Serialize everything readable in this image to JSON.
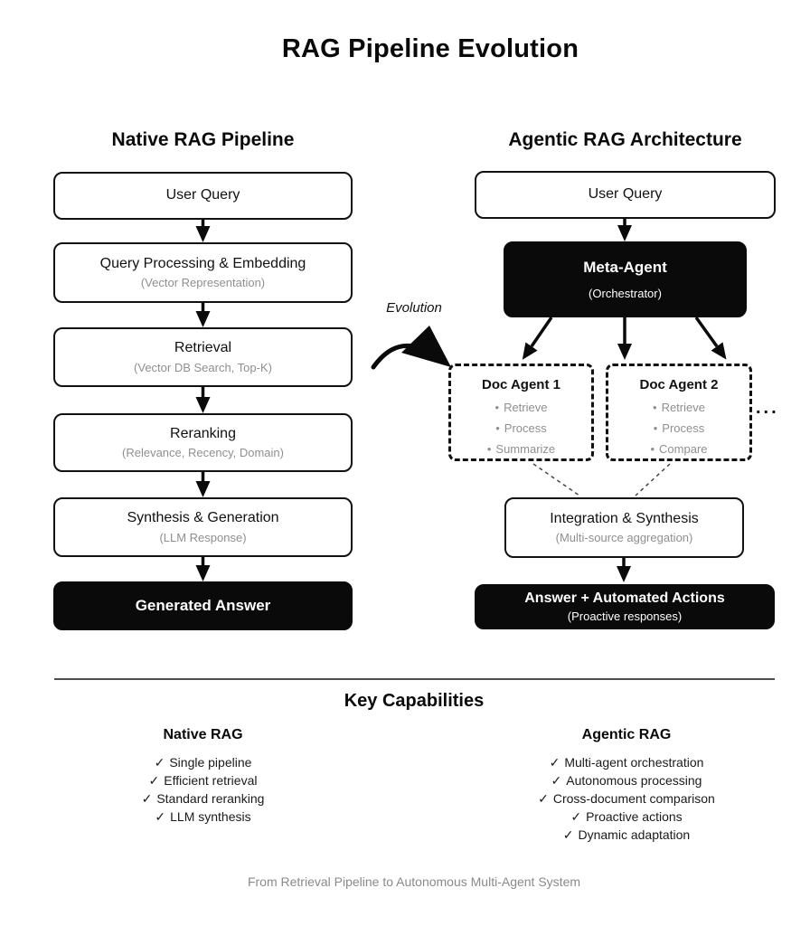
{
  "title": "RAG Pipeline Evolution",
  "chars": {
    "bullet": "•",
    "check": "✓"
  },
  "left": {
    "heading": "Native RAG Pipeline",
    "boxes": [
      {
        "label": "User Query",
        "sub": ""
      },
      {
        "label": "Query Processing & Embedding",
        "sub": "(Vector Representation)"
      },
      {
        "label": "Retrieval",
        "sub": "(Vector DB Search, Top-K)"
      },
      {
        "label": "Reranking",
        "sub": "(Relevance, Recency, Domain)"
      },
      {
        "label": "Synthesis & Generation",
        "sub": "(LLM Response)"
      },
      {
        "label": "Generated Answer",
        "sub": ""
      }
    ]
  },
  "right": {
    "heading": "Agentic RAG Architecture",
    "user_query": "User Query",
    "meta_agent": {
      "label": "Meta-Agent",
      "sub": "(Orchestrator)"
    },
    "doc_agents": [
      {
        "title": "Doc Agent 1",
        "bullets": [
          "Retrieve",
          "Process",
          "Summarize"
        ]
      },
      {
        "title": "Doc Agent 2",
        "bullets": [
          "Retrieve",
          "Process",
          "Compare"
        ]
      }
    ],
    "ellipsis": "...",
    "integration": {
      "label": "Integration & Synthesis",
      "sub": "(Multi-source aggregation)"
    },
    "answer": {
      "label": "Answer + Automated Actions",
      "sub": "(Proactive responses)"
    }
  },
  "evolution_label": "Evolution",
  "capabilities": {
    "heading": "Key Capabilities",
    "native": {
      "heading": "Native RAG",
      "items": [
        "Single pipeline",
        "Efficient retrieval",
        "Standard reranking",
        "LLM synthesis"
      ]
    },
    "agentic": {
      "heading": "Agentic RAG",
      "items": [
        "Multi-agent orchestration",
        "Autonomous processing",
        "Cross-document comparison",
        "Proactive actions",
        "Dynamic adaptation"
      ]
    }
  },
  "footer": "From Retrieval Pipeline to Autonomous Multi-Agent System",
  "colors": {
    "black_fill": "#0a0a0a",
    "box_border": "#111111",
    "gray_text": "#8f8f8f",
    "divider": "#4d4d4d"
  }
}
